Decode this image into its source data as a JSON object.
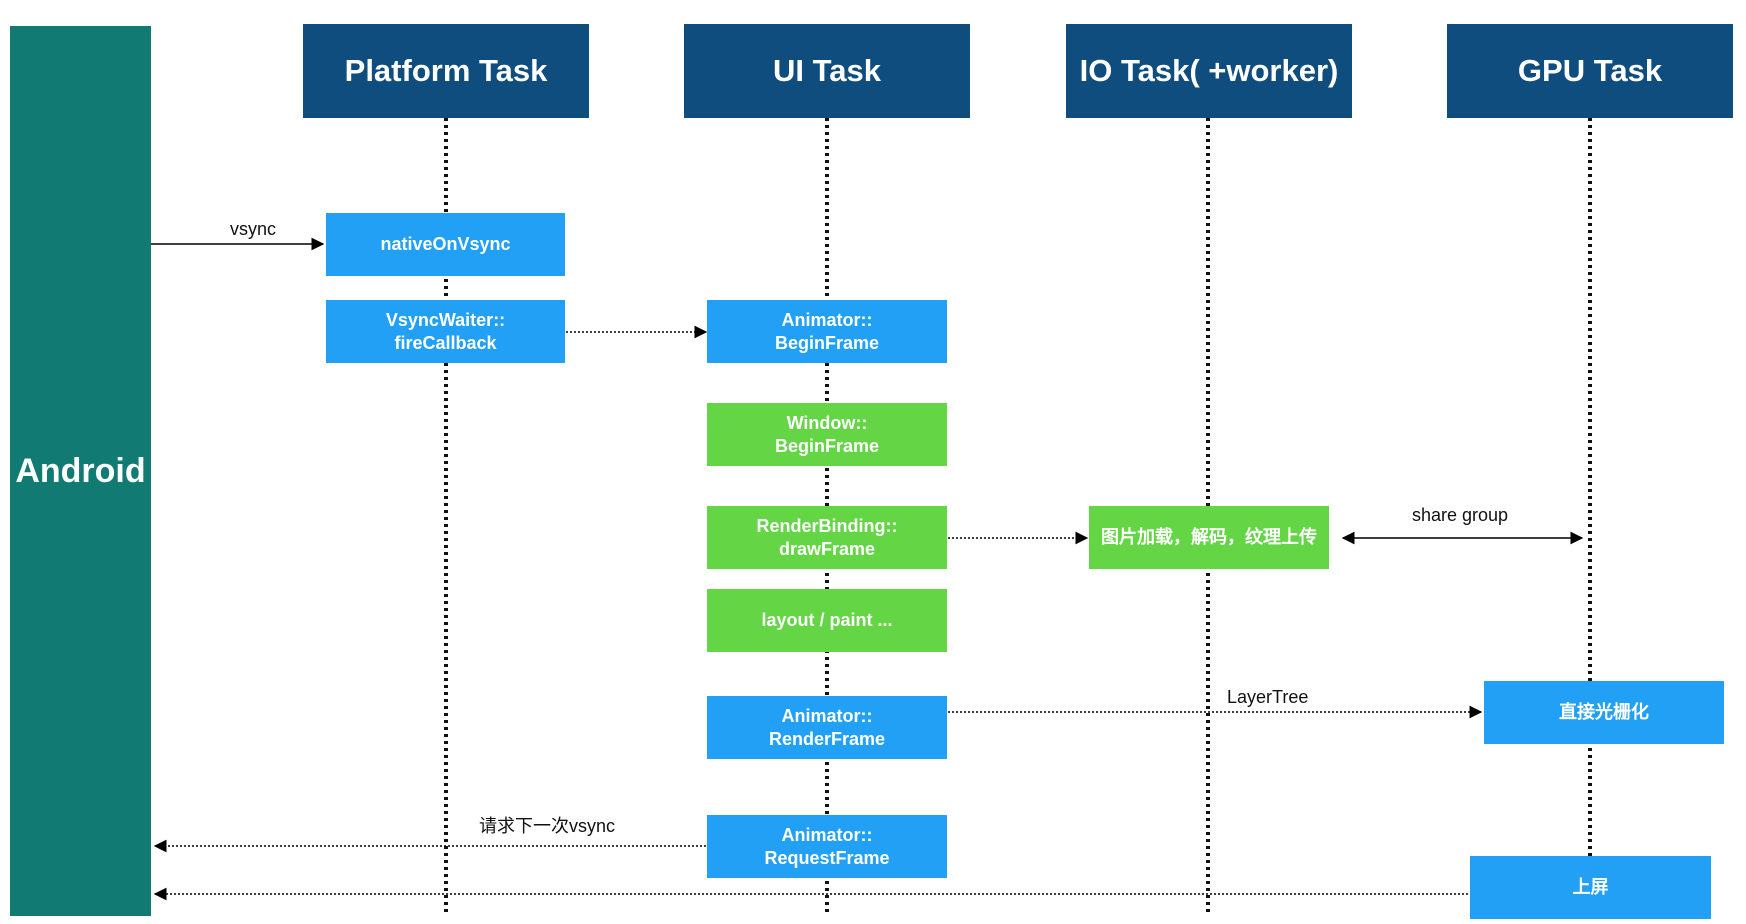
{
  "android": {
    "label": "Android"
  },
  "lanes": [
    {
      "label": "Platform Task"
    },
    {
      "label": "UI Task"
    },
    {
      "label": "IO Task( +worker)"
    },
    {
      "label": "GPU Task"
    }
  ],
  "boxes": {
    "native_on_vsync": {
      "lines": [
        "nativeOnVsync"
      ],
      "color": "#21a0f5"
    },
    "vsync_waiter": {
      "lines": [
        "VsyncWaiter::",
        "fireCallback"
      ],
      "color": "#21a0f5"
    },
    "animator_begin": {
      "lines": [
        "Animator::",
        "BeginFrame"
      ],
      "color": "#21a0f5"
    },
    "window_begin": {
      "lines": [
        "Window::",
        "BeginFrame"
      ],
      "color": "#64d646"
    },
    "renderbinding_draw": {
      "lines": [
        "RenderBinding::",
        "drawFrame"
      ],
      "color": "#64d646"
    },
    "layout_paint": {
      "lines": [
        "layout / paint ..."
      ],
      "color": "#64d646"
    },
    "animator_render": {
      "lines": [
        "Animator::",
        "RenderFrame"
      ],
      "color": "#21a0f5"
    },
    "animator_request": {
      "lines": [
        "Animator::",
        "RequestFrame"
      ],
      "color": "#21a0f5"
    },
    "io_image": {
      "lines": [
        "图片加载，解码，纹理上传"
      ],
      "color": "#64d646"
    },
    "gpu_raster": {
      "lines": [
        "直接光栅化"
      ],
      "color": "#21a0f5"
    },
    "gpu_screen": {
      "lines": [
        "上屏"
      ],
      "color": "#21a0f5"
    }
  },
  "arrow_labels": {
    "vsync": "vsync",
    "share_group": "share group",
    "layer_tree": "LayerTree",
    "request_next": "请求下一次vsync"
  }
}
